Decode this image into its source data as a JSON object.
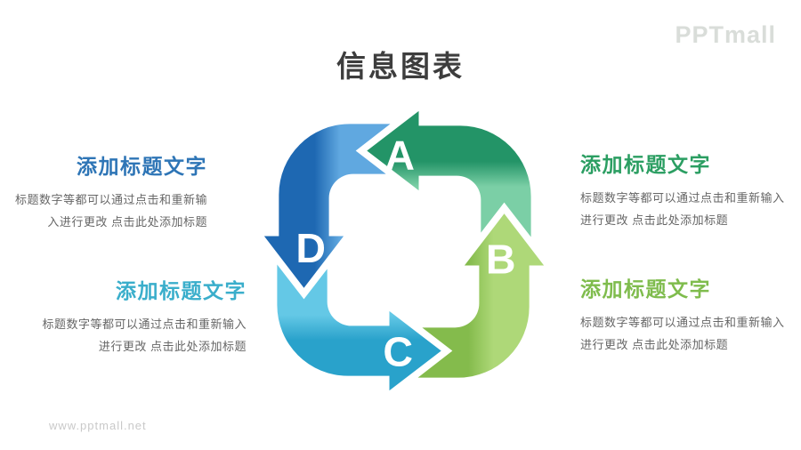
{
  "slide": {
    "title": "信息图表",
    "title_color": "#3d3d3d"
  },
  "branding": {
    "logo_text": "PPTmall",
    "logo_color": "#d9ddd9",
    "watermark_url": "www.pptmall.net",
    "watermark_color": "#c9c9c9"
  },
  "text_blocks": {
    "top_left": {
      "heading": "添加标题文字",
      "heading_color": "#2E75B6",
      "body_line1": "标题数字等都可以通过点击和重新输",
      "body_line2": "入进行更改 点击此处添加标题",
      "align": "right"
    },
    "bottom_left": {
      "heading": "添加标题文字",
      "heading_color": "#3AAECB",
      "body_line1": "标题数字等都可以通过点击和重新输入",
      "body_line2": "进行更改 点击此处添加标题",
      "align": "right"
    },
    "top_right": {
      "heading": "添加标题文字",
      "heading_color": "#2B9E62",
      "body_line1": "标题数字等都可以通过点击和重新输入",
      "body_line2": "进行更改 点击此处添加标题",
      "align": "left"
    },
    "bottom_right": {
      "heading": "添加标题文字",
      "heading_color": "#7FBC4D",
      "body_line1": "标题数字等都可以通过点击和重新输入",
      "body_line2": "进行更改 点击此处添加标题",
      "align": "left"
    }
  },
  "cycle_diagram": {
    "direction": "counter-clockwise",
    "steps": [
      {
        "label": "A",
        "position": "top",
        "arrow_points": "left",
        "color_dark": "#239467",
        "color_light": "#7BCFA6"
      },
      {
        "label": "B",
        "position": "right",
        "arrow_points": "up",
        "color_dark": "#84BB4C",
        "color_light": "#AED878"
      },
      {
        "label": "C",
        "position": "bottom",
        "arrow_points": "right",
        "color_dark": "#29A2CB",
        "color_light": "#64C8E6"
      },
      {
        "label": "D",
        "position": "left",
        "arrow_points": "down",
        "color_dark": "#1E68B2",
        "color_light": "#60A8E0"
      }
    ]
  }
}
